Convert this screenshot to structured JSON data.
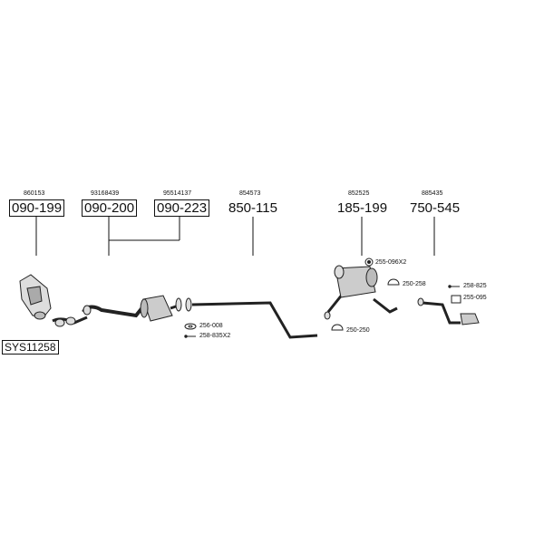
{
  "diagram": {
    "system_code": "SYS11258",
    "oem_numbers": {
      "front_pipe": "860153",
      "cat_a": "93168439",
      "cat_b": "95514137",
      "middle_pipe": "854573",
      "middle_silencer": "852525",
      "rear_pipe": "885435"
    },
    "part_numbers": {
      "front_pipe": "090-199",
      "cat_a": "090-200",
      "cat_b": "090-223",
      "middle_pipe": "850-115",
      "middle_silencer": "185-199",
      "rear_pipe": "750-545"
    },
    "fittings": {
      "gasket_1": "256-008",
      "bolt_1": "258-835X2",
      "rubber_1": "255-096X2",
      "clamp_1": "250-258",
      "clamp_2": "250-250",
      "bolt_2": "258-825",
      "rubber_2": "255-095"
    }
  }
}
